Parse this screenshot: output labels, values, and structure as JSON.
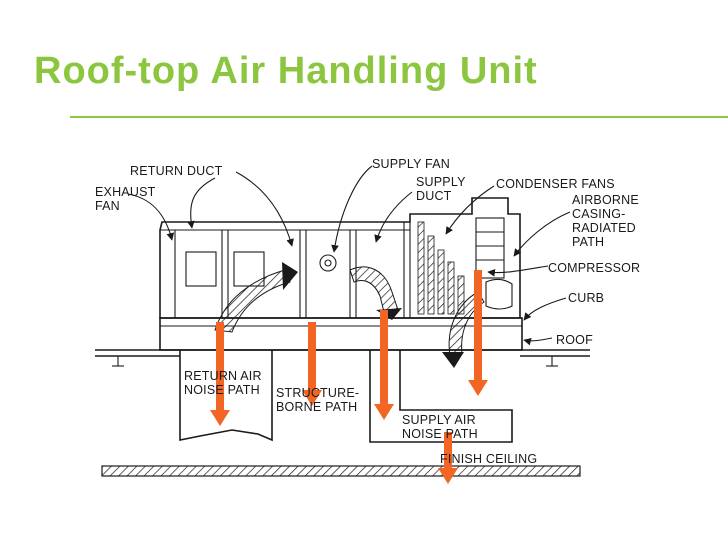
{
  "title": "Roof-top Air Handling Unit",
  "accent_color": "#8cc63f",
  "arrow_color": "#f26522",
  "labels": {
    "return_duct": "RETURN DUCT",
    "exhaust_fan_1": "EXHAUST",
    "exhaust_fan_2": "FAN",
    "supply_fan": "SUPPLY FAN",
    "supply_duct_1": "SUPPLY",
    "supply_duct_2": "DUCT",
    "condenser_fans": "CONDENSER FANS",
    "airborne_1": "AIRBORNE",
    "airborne_2": "CASING-",
    "airborne_3": "RADIATED",
    "airborne_4": "PATH",
    "compressor": "COMPRESSOR",
    "curb": "CURB",
    "roof": "ROOF",
    "return_air_1": "RETURN AIR",
    "return_air_2": "NOISE PATH",
    "structure_1": "STRUCTURE-",
    "structure_2": "BORNE PATH",
    "supply_air_1": "SUPPLY AIR",
    "supply_air_2": "NOISE PATH",
    "finish_ceiling": "FINISH CEILING"
  }
}
